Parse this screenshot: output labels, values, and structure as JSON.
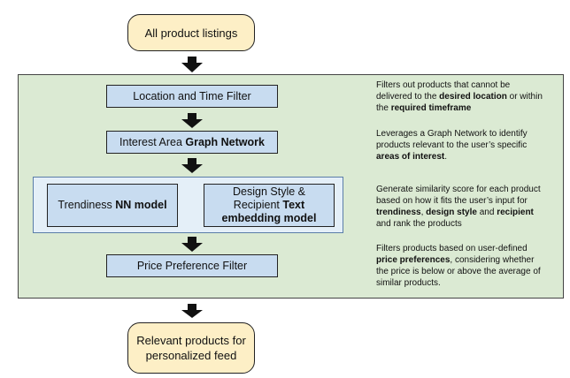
{
  "start": {
    "label": "All product listings"
  },
  "end": {
    "line1": "Relevant products for",
    "line2": "personalized feed"
  },
  "steps": {
    "location": {
      "label": "Location and Time Filter"
    },
    "interest": {
      "prefix": "Interest Area ",
      "bold": "Graph Network"
    },
    "trendiness": {
      "prefix": "Trendiness ",
      "bold": "NN model"
    },
    "design": {
      "line1": "Design Style &",
      "line2_prefix": "Recipient ",
      "line2_bold": "Text",
      "line3_bold": "embedding model"
    },
    "price": {
      "label": "Price Preference Filter"
    }
  },
  "descriptions": {
    "location": {
      "t1": "Filters out products that cannot be",
      "t2": "delivered to the ",
      "b1": "desired location",
      "t3": " or within",
      "t4": "the ",
      "b2": "required timeframe"
    },
    "interest": {
      "t1": "Leverages a Graph Network to identify",
      "t2": "products relevant to the user’s specific",
      "b1": "areas of interest",
      "t3": "."
    },
    "similarity": {
      "t1": "Generate similarity score for each product",
      "t2": "based on how it fits the user’s input for",
      "b1": "trendiness",
      "t3": ", ",
      "b2": "design style",
      "t4": " and ",
      "b3": "recipient",
      "t5": "and rank the products"
    },
    "price": {
      "t1": "Filters products based on user-defined",
      "b1": "price preferences",
      "t2": ", considering whether",
      "t3": "the price is below or above the average of",
      "t4": "similar products."
    }
  },
  "colors": {
    "panel_bg": "#dbead3",
    "box_bg": "#c8dcf0",
    "start_end_bg": "#fdefc6",
    "arrow": "#111111"
  }
}
